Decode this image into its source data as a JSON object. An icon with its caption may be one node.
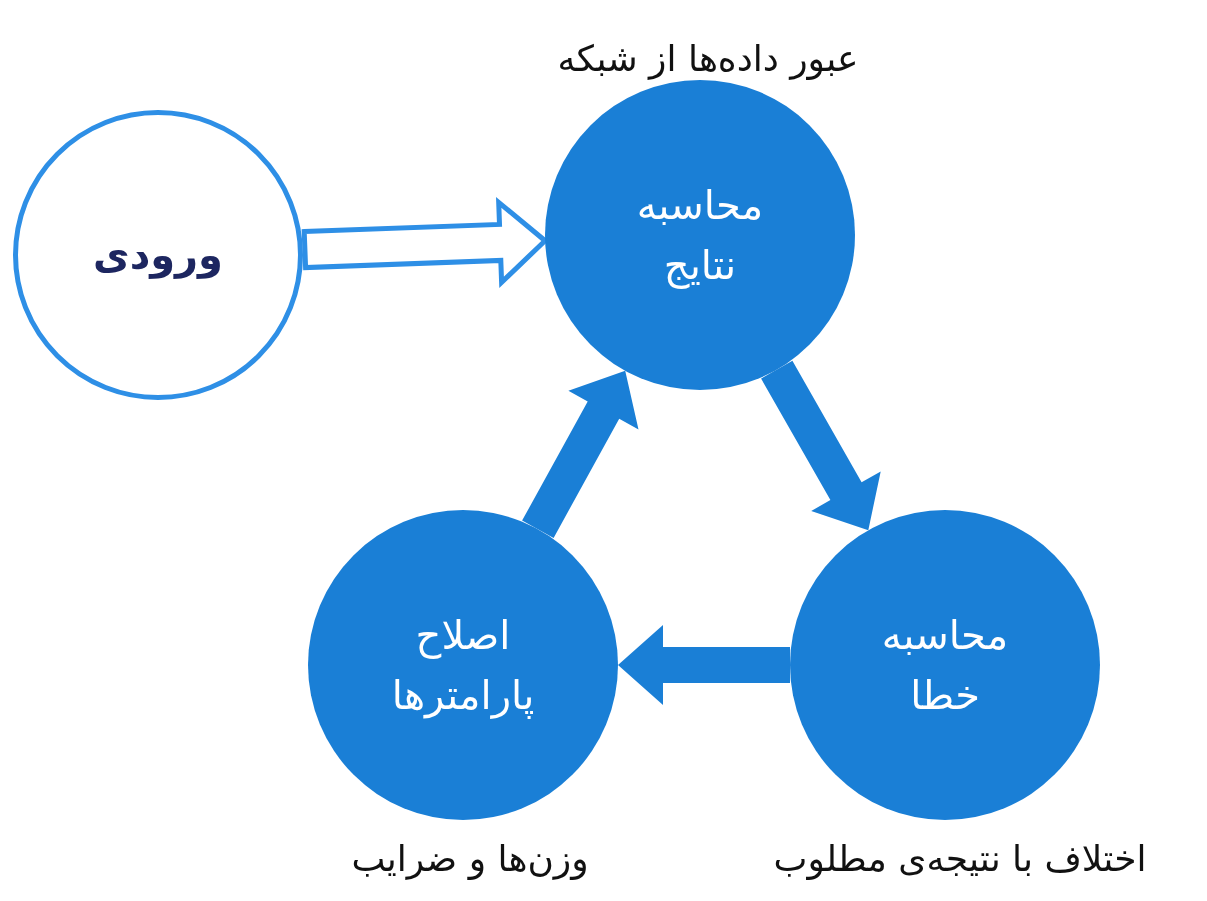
{
  "diagram": {
    "nodes": [
      {
        "text": [
          "ورودی"
        ]
      },
      {
        "text": [
          "محاسبه نتایج"
        ],
        "beside": [
          "عبور داده‌ها از شبکه"
        ]
      },
      {
        "text": [
          "محاسبه خطا"
        ],
        "beside": [
          "اختلاف با نتیجه‌ی مطلوب"
        ]
      },
      {
        "text": [
          "اصلاح پارامترها"
        ],
        "beside": [
          "وزن‌ها و ضرایب"
        ]
      }
    ],
    "edges": [
      {
        "from": 0,
        "to": 1,
        "arrow": "to"
      },
      {
        "from": 1,
        "to": 2,
        "arrow": "to"
      },
      {
        "from": 2,
        "to": 3,
        "arrow": "to"
      },
      {
        "from": 3,
        "to": 1,
        "arrow": "to"
      }
    ]
  }
}
